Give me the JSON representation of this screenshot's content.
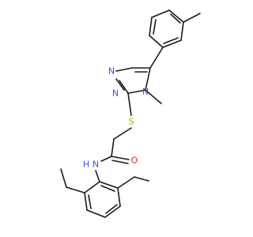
{
  "atoms": [
    {
      "id": "N",
      "text": "N",
      "color": "#3050f8"
    },
    {
      "id": "N",
      "text": "N",
      "color": "#3050f8"
    },
    {
      "id": "N",
      "text": "N",
      "color": "#3050f8"
    },
    {
      "id": "S",
      "text": "S",
      "color": "#b8a100"
    },
    {
      "id": "O",
      "text": "O",
      "color": "#ff1a1a"
    },
    {
      "id": "NH",
      "text": "N",
      "color": "#3050f8"
    },
    {
      "id": "H",
      "text": "H",
      "color": "#3050f8"
    }
  ]
}
